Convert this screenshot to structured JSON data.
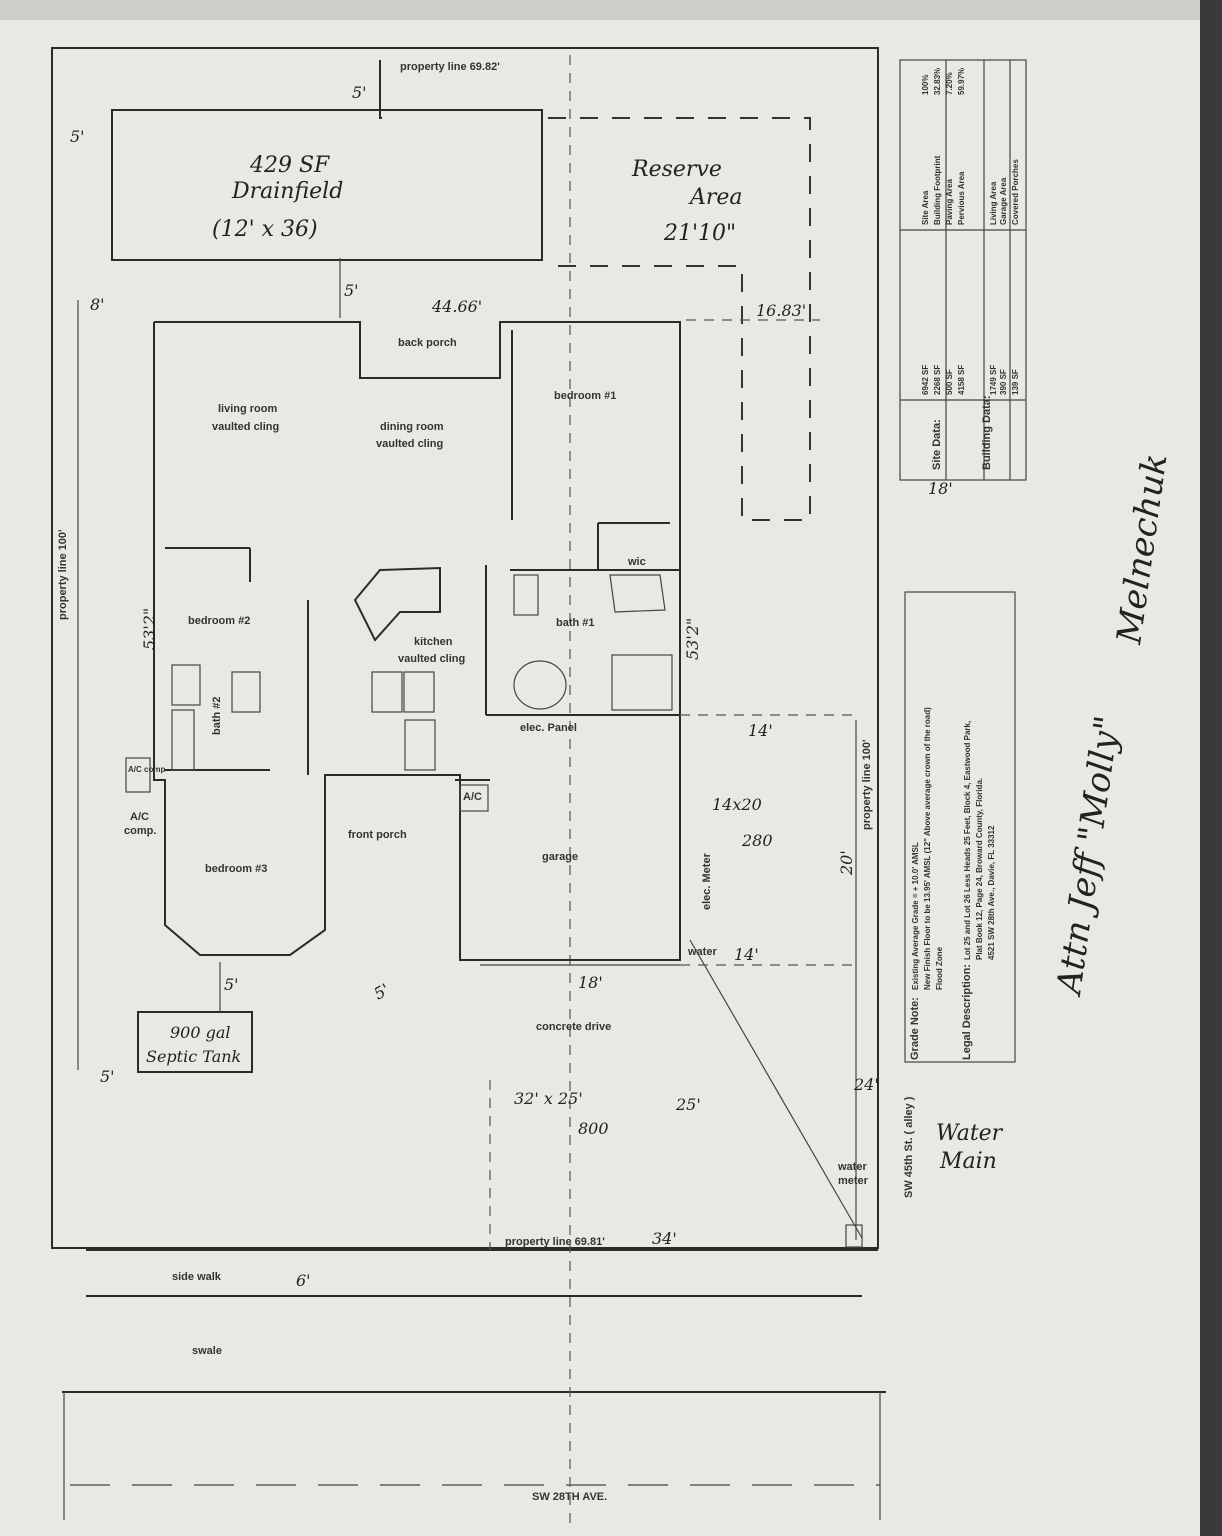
{
  "property": {
    "top_line": "property line 69.82'",
    "bottom_line": "property line 69.81'",
    "left_line": "property line 100'",
    "right_line": "property line 100'"
  },
  "rooms": {
    "back_porch": "back porch",
    "bedroom1": "bedroom #1",
    "living_1": "living room",
    "living_2": "vaulted cling",
    "dining_1": "dining room",
    "dining_2": "vaulted cling",
    "bedroom2": "bedroom #2",
    "bath2": "bath #2",
    "kitchen_1": "kitchen",
    "kitchen_2": "vaulted cling",
    "bath1": "bath #1",
    "wic": "wic",
    "elec_panel": "elec. Panel",
    "ac_top": "A/C",
    "ac_comp_1": "A/C",
    "ac_comp_2": "comp.",
    "ac_small": "A/C comp",
    "front_porch": "front porch",
    "garage": "garage",
    "elec_meter": "elec. Meter",
    "bedroom3": "bedroom #3",
    "water": "water",
    "concrete_drive": "concrete drive",
    "water_meter_1": "water",
    "water_meter_2": "meter",
    "alley": "SW 45th St. ( alley )",
    "side_walk": "side walk",
    "swale": "swale",
    "street": "SW 28TH AVE."
  },
  "handwritten": {
    "drainfield_1": "429 SF",
    "drainfield_2": "Drainfield",
    "drainfield_3": "(12' x 36)",
    "reserve_1": "Reserve",
    "reserve_2": "Area",
    "reserve_3": "21'10\"",
    "d_1666": "16.83'",
    "d_4466": "44.66'",
    "d_5_top": "5'",
    "d_5_left": "5'",
    "d_5_mid": "5'",
    "d_8": "8'",
    "d_5312_left": "53'2\"",
    "d_5312_right": "53'2\"",
    "d_14_top": "14'",
    "d_14x20": "14x20",
    "d_280": "280",
    "d_20": "20'",
    "d_14_bottom": "14'",
    "d_18_top": "18'",
    "d_18": "18'",
    "d_5_septic": "5'",
    "septic_1": "900 gal",
    "septic_2": "Septic Tank",
    "d_5_bottom": "5'",
    "d_5_drive": "5'",
    "drive_dims": "32' x 25'",
    "drive_sf": "800",
    "d_25": "25'",
    "d_24": "24'",
    "d_34": "34'",
    "d_6": "6'",
    "water_main_1": "Water",
    "water_main_2": "Main",
    "attn_1": "Attn Jeff \"Molly\"",
    "attn_2": "Melnechuk"
  },
  "site_table": {
    "site_data_label": "Site Data:",
    "building_data_label": "Building Data:",
    "rows": [
      [
        "Site Area",
        "6942 SF",
        "100%"
      ],
      [
        "Building Footprint",
        "2268 SF",
        "32.83%"
      ],
      [
        "Paving Area",
        "500 SF",
        "7.20%"
      ],
      [
        "Pervious Area",
        "4158 SF",
        "59.97%"
      ],
      [
        "Living Area",
        "1749 SF",
        ""
      ],
      [
        "Garage Area",
        "390 SF",
        ""
      ],
      [
        "Covered Porches",
        "139 SF",
        ""
      ]
    ]
  },
  "notes": {
    "grade_label": "Grade Note:",
    "grade_1": "Existing Average Grade = + 10.0' AMSL",
    "grade_2": "New Finish Floor to be 13.95' AMSL (12\" Above average crown of the road)",
    "grade_3": "Flood Zone",
    "legal_label": "Legal Description:",
    "legal_1": "Lot 25 and Lot 26 Less Heads 25 Feet, Block 4, Eastwood Park,",
    "legal_2": "Plat Book 12, Page 24, Broward County, Florida.",
    "legal_3": "4521 SW 28th Ave., Davie, FL 33312"
  }
}
